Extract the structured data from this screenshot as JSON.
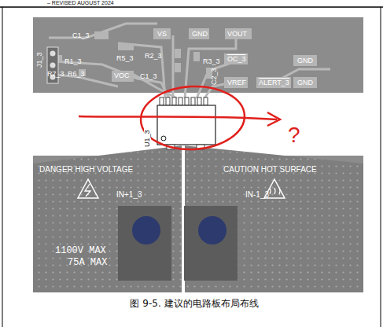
{
  "diagram": {
    "caption": "图 9-5. 建议的电路板布局布线",
    "labels": [
      "– REVISED AUGUST 2024",
      "C1_3",
      "VS",
      "GND",
      "VOUT",
      "J1_3",
      "R1_3",
      "R5_3",
      "R2_3",
      "R3_3",
      "OC_3",
      "GND",
      "R7_3",
      "R6_3",
      "VOC",
      "C1_3",
      "C2_3",
      "VREF",
      "ALERT_3",
      "GND",
      "U1_3",
      "DANGER HIGH VOLTAGE",
      "CAUTION HOT SURFACE",
      "IN+1_3",
      "IN-1_3",
      "1100V MAX",
      "75A MAX",
      "?"
    ]
  }
}
